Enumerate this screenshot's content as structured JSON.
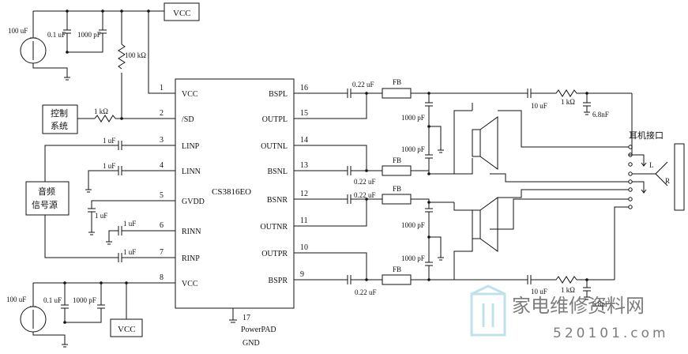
{
  "chip": {
    "name": "CS3816EO",
    "left_pins": [
      {
        "num": "1",
        "name": "VCC"
      },
      {
        "num": "2",
        "name": "/SD"
      },
      {
        "num": "3",
        "name": "LINP"
      },
      {
        "num": "4",
        "name": "LINN"
      },
      {
        "num": "5",
        "name": "GVDD"
      },
      {
        "num": "6",
        "name": "RINN"
      },
      {
        "num": "7",
        "name": "RINP"
      },
      {
        "num": "8",
        "name": "VCC"
      }
    ],
    "right_pins": [
      {
        "num": "16",
        "name": "BSPL"
      },
      {
        "num": "15",
        "name": "OUTPL"
      },
      {
        "num": "14",
        "name": "OUTNL"
      },
      {
        "num": "13",
        "name": "BSNL"
      },
      {
        "num": "12",
        "name": "BSNR"
      },
      {
        "num": "11",
        "name": "OUTNR"
      },
      {
        "num": "10",
        "name": "OUTPR"
      },
      {
        "num": "9",
        "name": "BSPR"
      }
    ],
    "bottom_pin": {
      "num": "17",
      "name": "PowerPAD",
      "net": "GND"
    }
  },
  "blocks": {
    "vcc": "VCC",
    "control_line1": "控制",
    "control_line2": "系统",
    "audio_line1": "音频",
    "audio_line2": "信号源",
    "headphone": "耳机接口",
    "jack_l": "L",
    "jack_r": "R"
  },
  "values": {
    "c_100u": "100 uF",
    "c_01u": "0.1 uF",
    "c_1000p": "1000 pF",
    "r_100k": "100 kΩ",
    "r_1k": "1 kΩ",
    "c_1u": "1 uF",
    "c_022u": "0.22 uF",
    "fb": "FB",
    "c_10u": "10 uF",
    "c_68n": "6.8nF"
  },
  "watermark": {
    "cn": "家电维修资料网",
    "url": "520101.com"
  }
}
